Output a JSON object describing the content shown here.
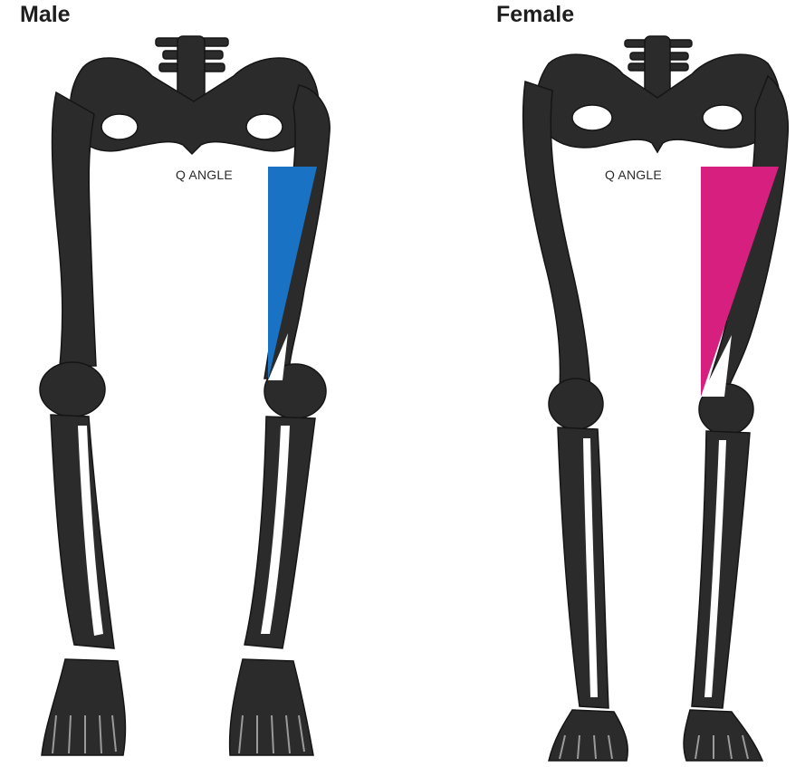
{
  "panels": {
    "male": {
      "title": "Male",
      "q_label": "Q ANGLE"
    },
    "female": {
      "title": "Female",
      "q_label": "Q ANGLE"
    }
  },
  "colors": {
    "bone": "#2b2b2b",
    "male_q_angle": "#1a72c4",
    "female_q_angle": "#d61f7e",
    "background": "#ffffff"
  }
}
